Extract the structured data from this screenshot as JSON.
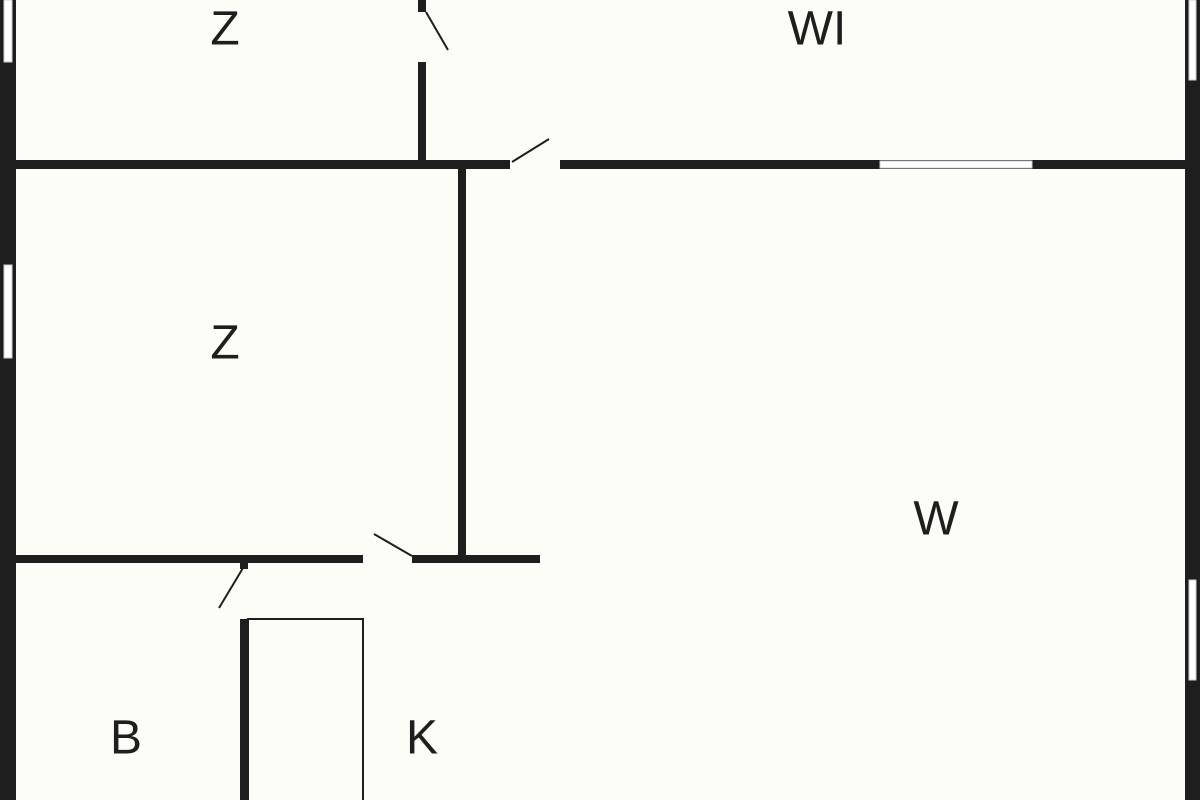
{
  "rooms": [
    {
      "id": "bedroom-top",
      "label": "Z"
    },
    {
      "id": "living-top",
      "label": "WI"
    },
    {
      "id": "bedroom-middle",
      "label": "Z"
    },
    {
      "id": "living-main",
      "label": "W"
    },
    {
      "id": "bathroom",
      "label": "B"
    },
    {
      "id": "kitchen",
      "label": "K"
    }
  ],
  "colors": {
    "wall": "#1e1e1e",
    "background": "#fdfdf8",
    "window": "#ffffff"
  }
}
